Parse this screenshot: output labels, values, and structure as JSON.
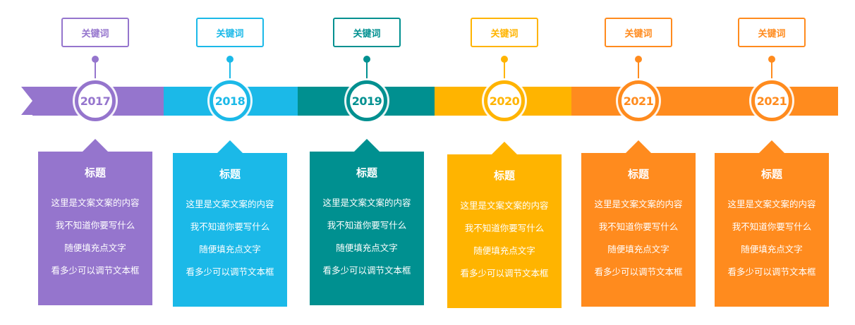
{
  "colors": {
    "purple": "#9575cd",
    "sky": "#1bb9e8",
    "teal": "#009090",
    "amber": "#ffb400",
    "orange": "#ff8b1e"
  },
  "milestones": [
    {
      "year": "2017",
      "keyword": "关键词",
      "color": "#9575cd",
      "title": "标题",
      "lines": [
        "这里是文案文案的内容",
        "我不知道你要写什么",
        "随便填充点文字",
        "看多少可以调节文本框"
      ]
    },
    {
      "year": "2018",
      "keyword": "关键词",
      "color": "#1bb9e8",
      "title": "标题",
      "lines": [
        "这里是文案文案的内容",
        "我不知道你要写什么",
        "随便填充点文字",
        "看多少可以调节文本框"
      ]
    },
    {
      "year": "2019",
      "keyword": "关键词",
      "color": "#009090",
      "title": "标题",
      "lines": [
        "这里是文案文案的内容",
        "我不知道你要写什么",
        "随便填充点文字",
        "看多少可以调节文本框"
      ]
    },
    {
      "year": "2020",
      "keyword": "关键词",
      "color": "#ffb400",
      "title": "标题",
      "lines": [
        "这里是文案文案的内容",
        "我不知道你要写什么",
        "随便填充点文字",
        "看多少可以调节文本框"
      ]
    },
    {
      "year": "2021",
      "keyword": "关键词",
      "color": "#ff8b1e",
      "title": "标题",
      "lines": [
        "这里是文案文案的内容",
        "我不知道你要写什么",
        "随便填充点文字",
        "看多少可以调节文本框"
      ]
    },
    {
      "year": "2021",
      "keyword": "关键词",
      "color": "#ff8b1e",
      "title": "标题",
      "lines": [
        "这里是文案文案的内容",
        "我不知道你要写什么",
        "随便填充点文字",
        "看多少可以调节文本框"
      ]
    }
  ]
}
